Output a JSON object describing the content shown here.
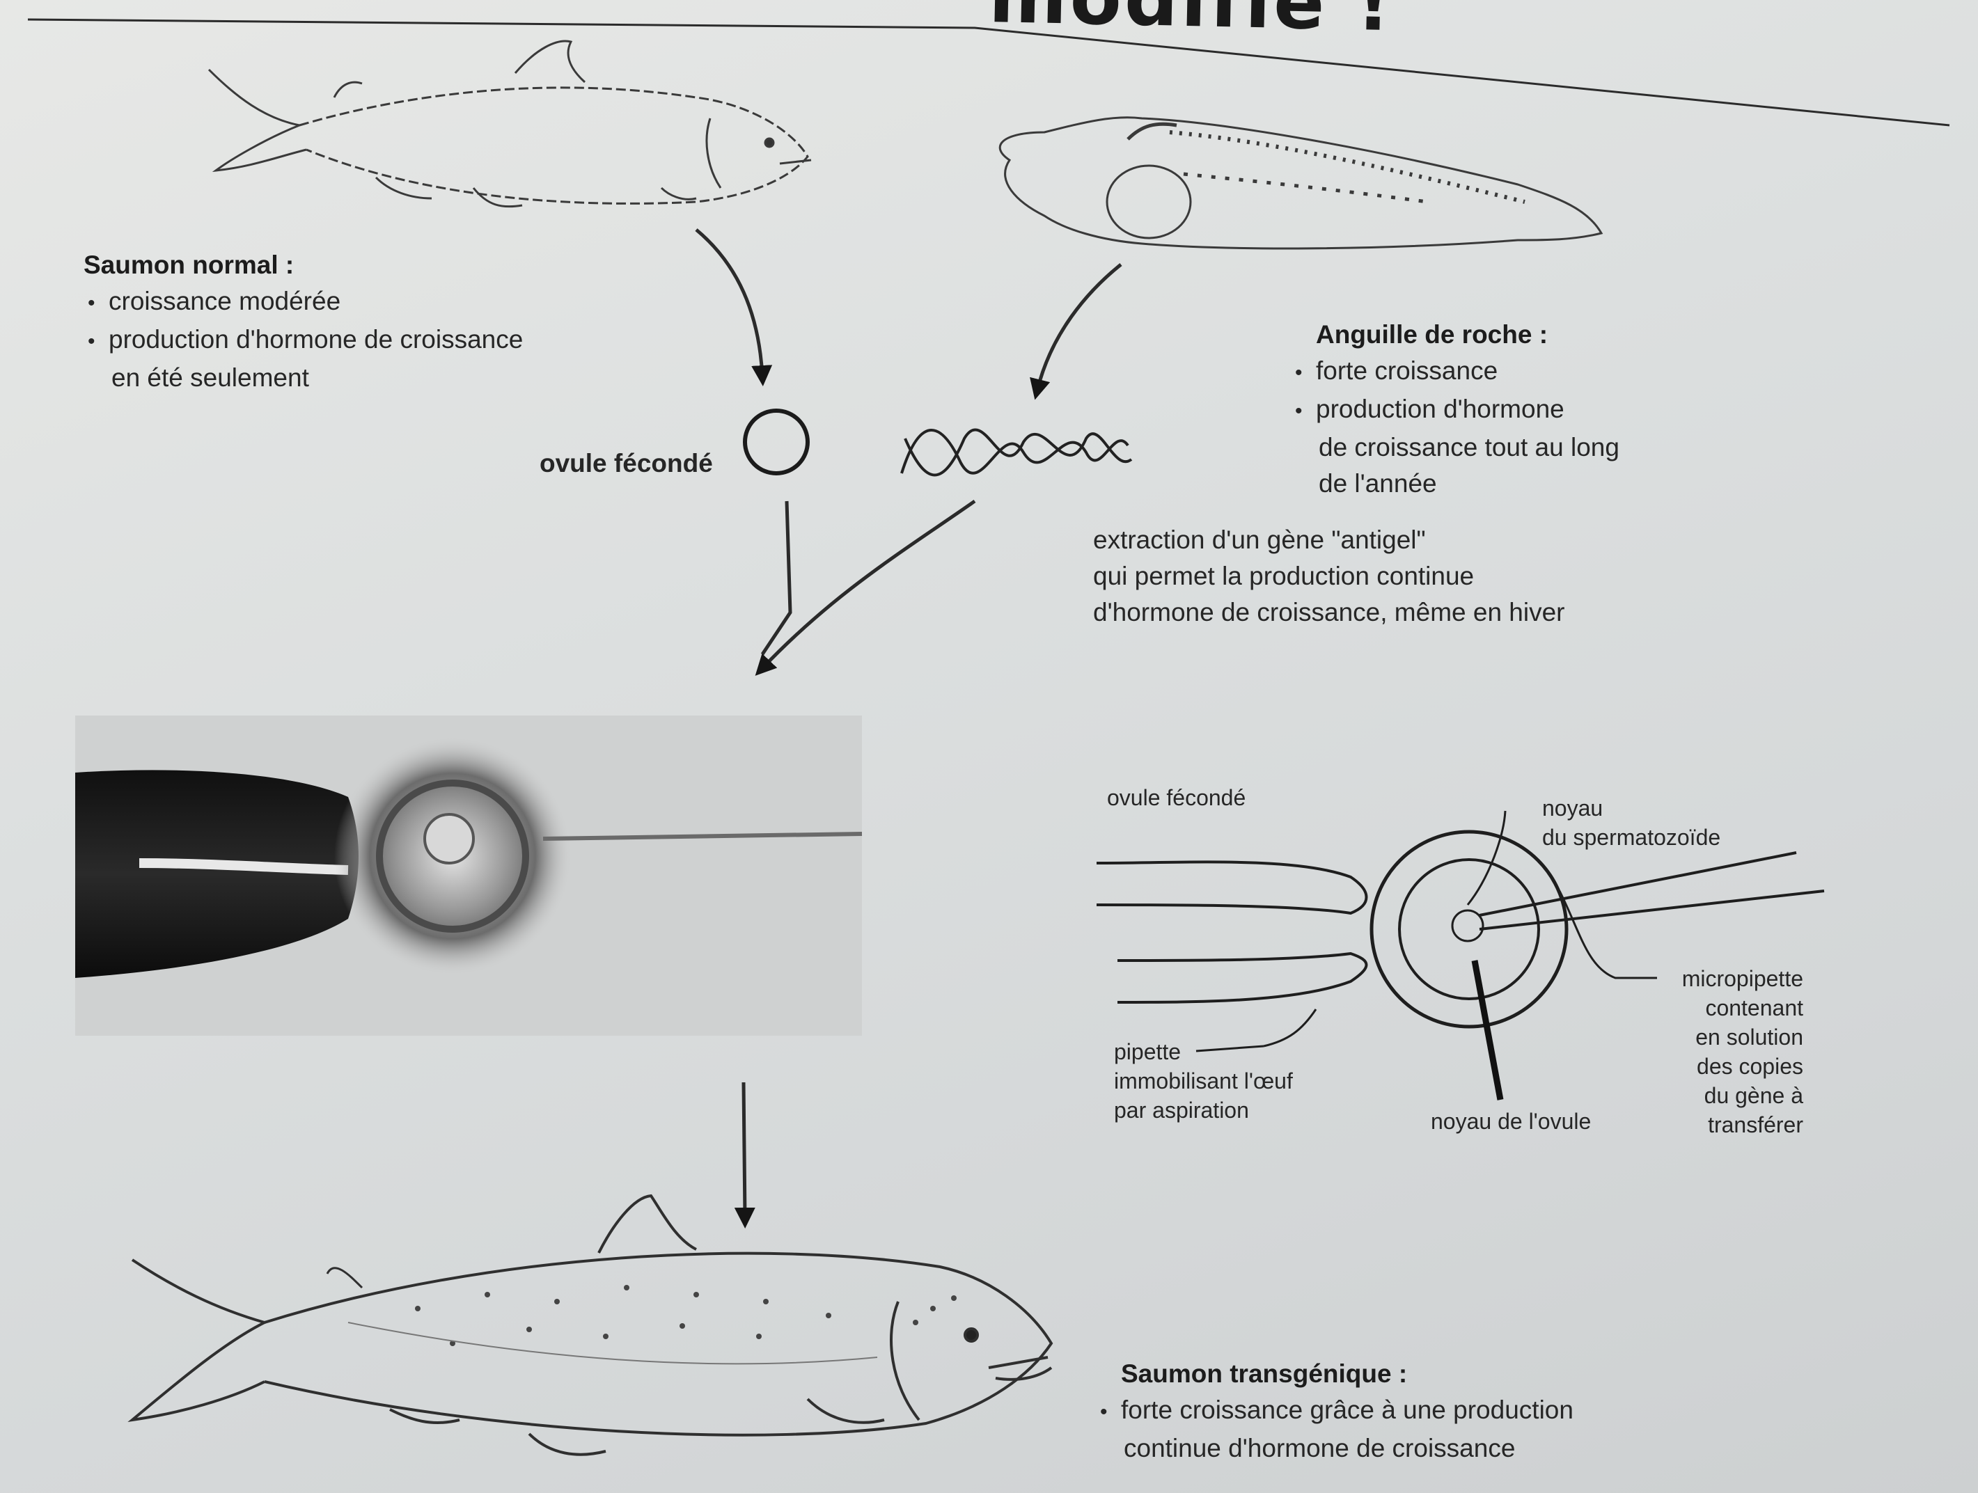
{
  "page": {
    "title": "modifié !",
    "colors": {
      "paper": "#dcdfdf",
      "ink": "#1e1e1e"
    }
  },
  "saumon_normal": {
    "heading": "Saumon normal :",
    "items": [
      "croissance modérée",
      "production d'hormone de croissance",
      "en été seulement"
    ]
  },
  "anguille": {
    "heading": "Anguille de roche :",
    "items": [
      "forte croissance",
      "production d'hormone",
      "de croissance tout au long",
      "de l'année"
    ]
  },
  "ovule_label": "ovule fécondé",
  "gene_text": [
    "extraction d'un gène \"antigel\"",
    "qui permet la production continue",
    "d'hormone de croissance, même en hiver"
  ],
  "schema": {
    "ovule_label": "ovule fécondé",
    "noyau_spermatozoide": [
      "noyau",
      "du spermatozoïde"
    ],
    "micropipette": [
      "micropipette",
      "contenant",
      "en solution",
      "des copies",
      "du gène à",
      "transférer"
    ],
    "pipette": [
      "pipette",
      "immobilisant l'œuf",
      "par aspiration"
    ],
    "noyau_ovule": "noyau de l'ovule"
  },
  "saumon_transgenique": {
    "heading": "Saumon transgénique :",
    "items": [
      "forte croissance grâce à une production",
      "continue d'hormone de croissance"
    ]
  },
  "icons": [
    "normal-salmon-illustration",
    "rock-eel-illustration",
    "dna-strand-icon",
    "micro-injection-photo",
    "micro-injection-schematic",
    "transgenic-salmon-illustration"
  ]
}
